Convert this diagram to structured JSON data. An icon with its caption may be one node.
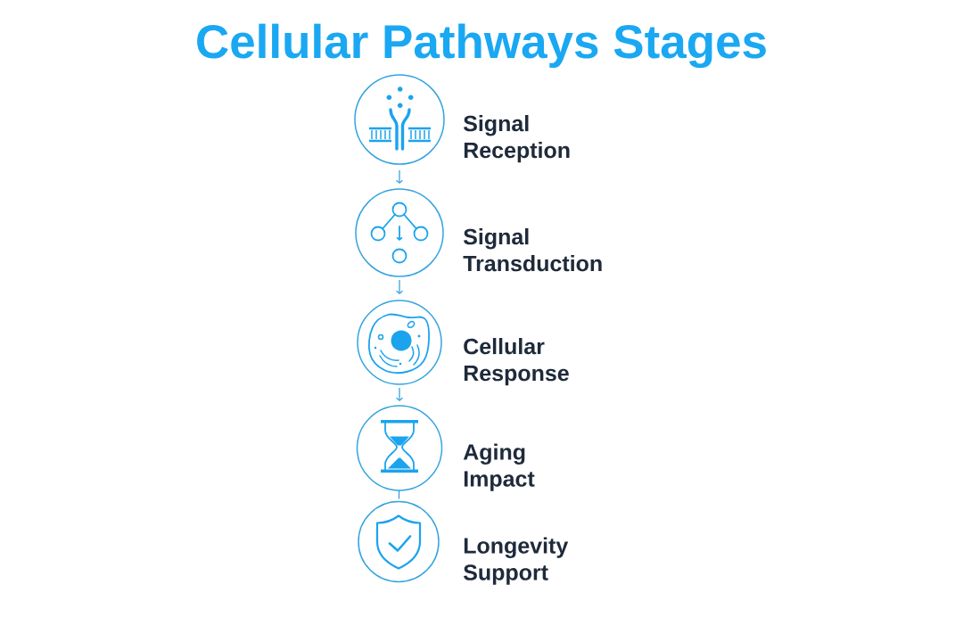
{
  "diagram": {
    "title": "Cellular Pathways Stages",
    "nodes": [
      {
        "text": [],
        "shape": "circle",
        "beside": [
          "Signal Reception"
        ]
      },
      {
        "text": [],
        "shape": "circle",
        "beside": [
          "Signal Transduction"
        ]
      },
      {
        "text": [],
        "shape": "circle",
        "beside": [
          "Cellular Response"
        ]
      },
      {
        "text": [],
        "shape": "circle",
        "beside": [
          "Aging Impact"
        ]
      },
      {
        "text": [],
        "shape": "circle",
        "beside": [
          "Longevity Support"
        ]
      }
    ],
    "edges": [
      {
        "from": 0,
        "to": 1,
        "arrow": "to"
      },
      {
        "from": 1,
        "to": 2,
        "arrow": "to"
      },
      {
        "from": 2,
        "to": 3,
        "arrow": "to"
      },
      {
        "from": 3,
        "to": 4,
        "arrow": "none"
      }
    ]
  }
}
